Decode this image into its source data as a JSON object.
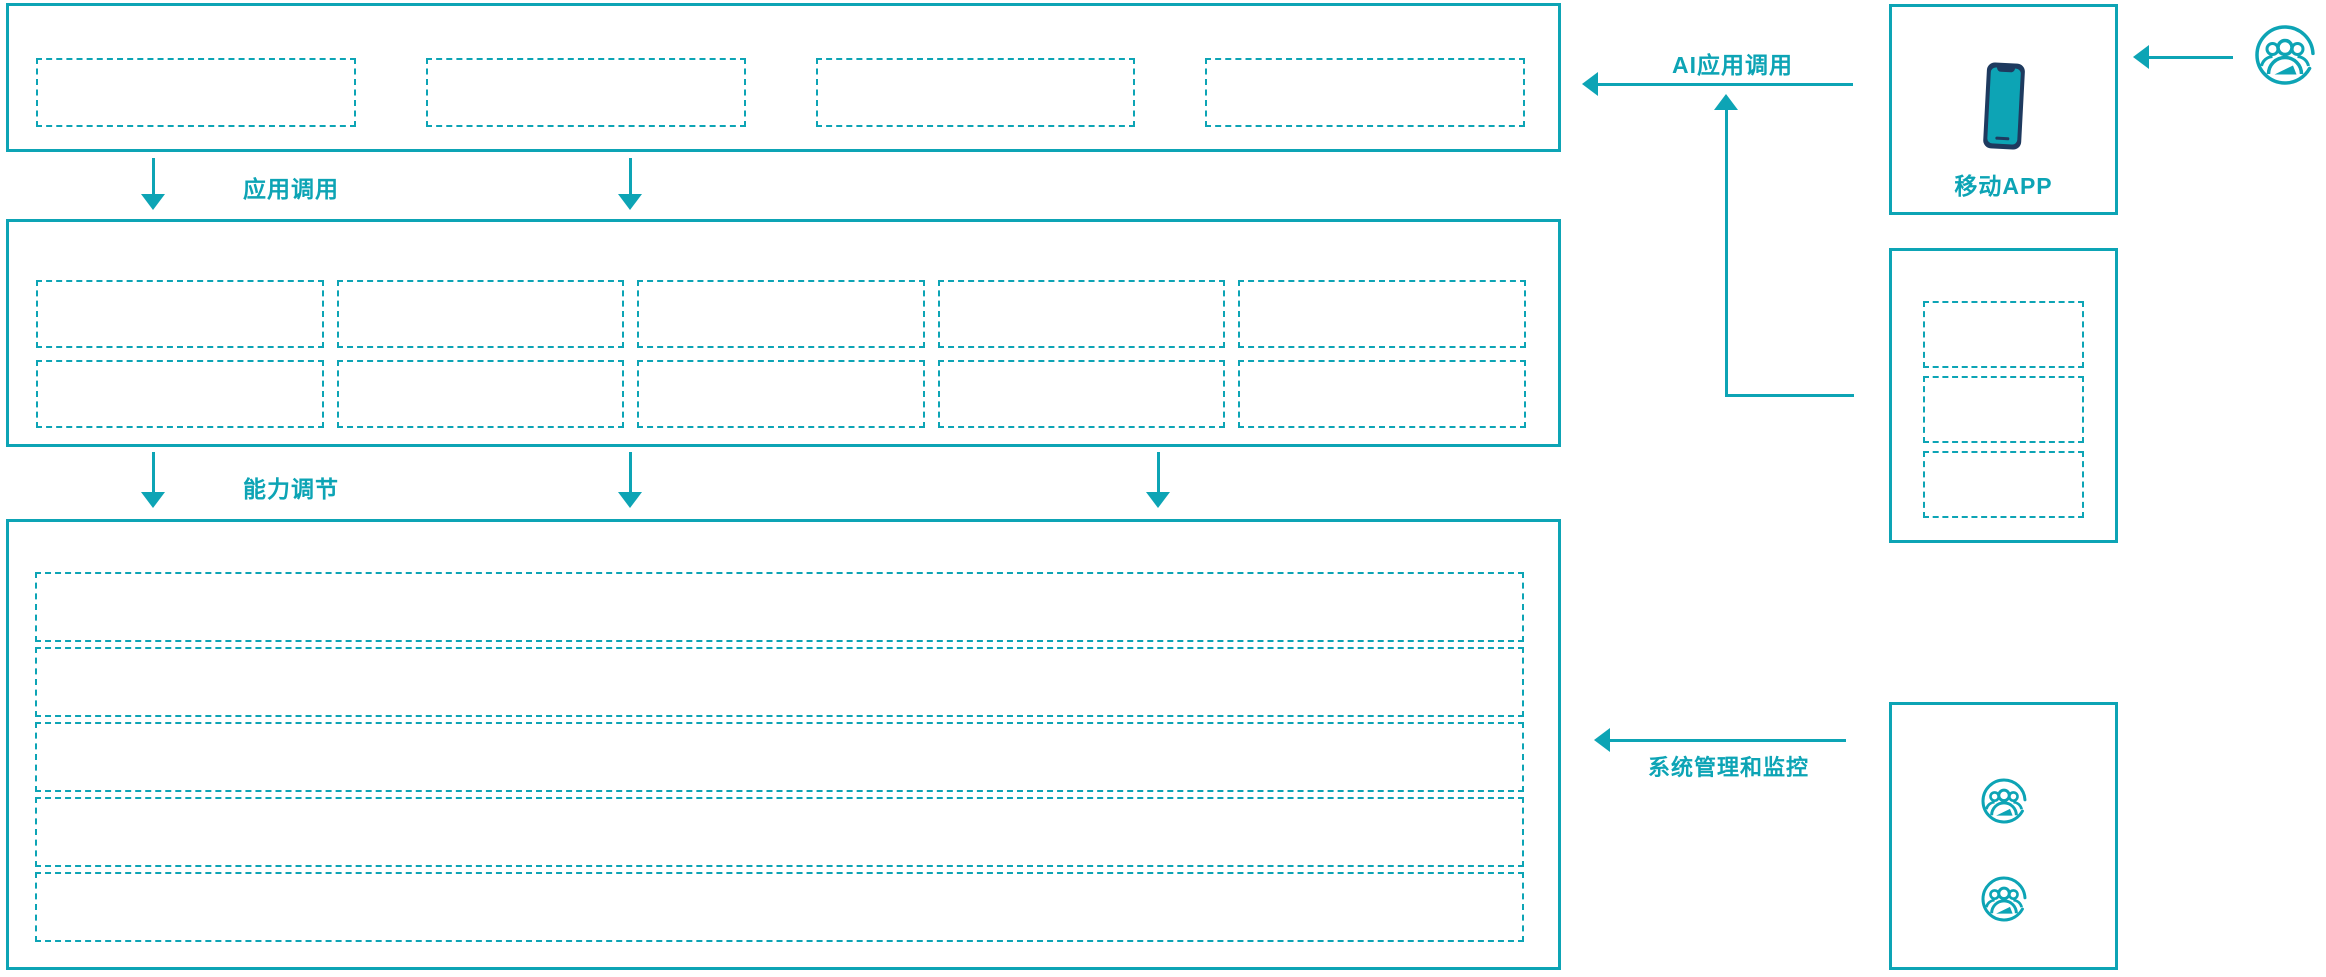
{
  "colors": {
    "teal": "#0da4b5",
    "navy": "#1e3a5f",
    "background": "#ffffff"
  },
  "layers": {
    "application_layer": {
      "placeholder_boxes": 4
    },
    "capability_layer": {
      "placeholder_boxes": 10,
      "rows": 2,
      "cols": 5
    },
    "platform_layer": {
      "placeholder_boxes": 5
    }
  },
  "right_column": {
    "mobile_app_box": {
      "label": "移动APP",
      "icon": "smartphone-icon"
    },
    "config_box": {
      "placeholder_boxes": 3
    },
    "admin_box": {
      "user_icons": 2,
      "icon": "users-icon"
    }
  },
  "external_actor": {
    "icon": "users-icon"
  },
  "connections": {
    "app_call": {
      "label": "应用调用",
      "direction": "down",
      "arrow_count": 2
    },
    "capability_adjust": {
      "label": "能力调节",
      "direction": "down",
      "arrow_count": 3
    },
    "ai_app_call": {
      "label": "AI应用调用",
      "direction": "left"
    },
    "system_monitor": {
      "label": "系统管理和监控",
      "direction": "left"
    },
    "user_to_app": {
      "direction": "left"
    }
  }
}
